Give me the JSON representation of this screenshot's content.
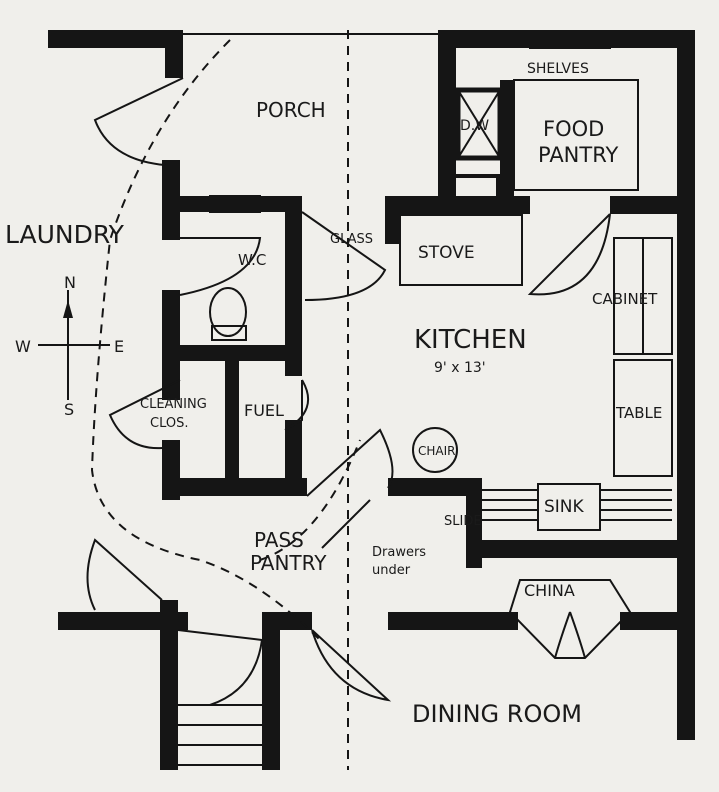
{
  "labels": {
    "porch": "PORCH",
    "laundry": "LAUNDRY",
    "shelves": "SHELVES",
    "dw": "D.W",
    "food_pantry_1": "FOOD",
    "food_pantry_2": "PANTRY",
    "glass": "GLASS",
    "stove": "STOVE",
    "wc": "W.C",
    "cabinet": "CABINET",
    "kitchen": "KITCHEN",
    "kitchen_size": "9' x 13'",
    "table": "TABLE",
    "cleaning_1": "CLEANING",
    "cleaning_2": "CLOS.",
    "fuel": "FUEL",
    "chair": "CHAIR",
    "slide": "SLIDE",
    "sink": "SINK",
    "pass_pantry_1": "PASS",
    "pass_pantry_2": "PANTRY",
    "drawers_1": "Drawers",
    "drawers_2": "under",
    "china": "CHINA",
    "dining_room": "DINING ROOM"
  },
  "compass": {
    "n": "N",
    "s": "S",
    "e": "E",
    "w": "W"
  },
  "colors": {
    "ink": "#151515",
    "paper": "#f0efeb"
  }
}
